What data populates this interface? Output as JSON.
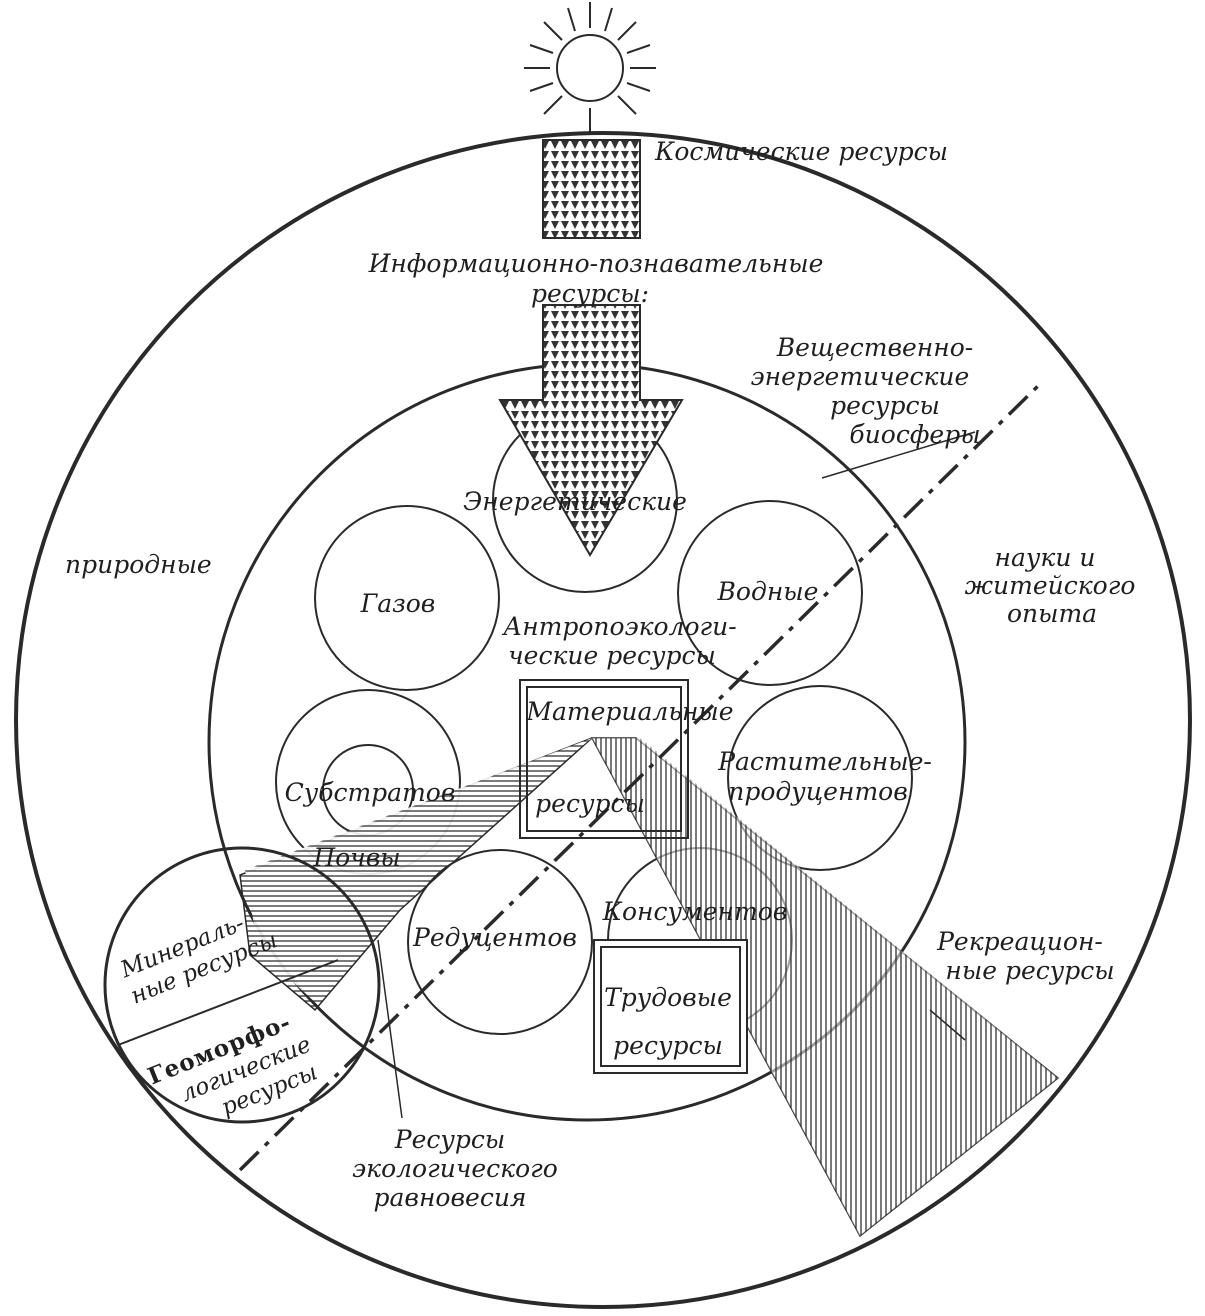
{
  "labels": {
    "cosmic": "Космические ресурсы",
    "info_1": "Информационно-познавательные",
    "info_2": "ресурсы:",
    "natural": "природные",
    "science_1": "науки и",
    "science_2": "житейского",
    "science_3": "опыта",
    "substance_1": "Вещественно-",
    "substance_2": "энергетические",
    "substance_3": "ресурсы",
    "substance_4": "биосферы",
    "energy": "Энергетические",
    "gases": "Газов",
    "water": "Водные",
    "anthropo_1": "Антропоэкологи-",
    "anthropo_2": "ческие ресурсы",
    "material_1": "Материальные",
    "material_2": "ресурсы",
    "substrates": "Субстратов",
    "soils": "Почвы",
    "plants_1": "Растительные-",
    "plants_2": "продуцентов",
    "reducers": "Редуцентов",
    "consumers": "Консументов",
    "labor_1": "Трудовые",
    "labor_2": "ресурсы",
    "mineral_1": "Минераль-",
    "mineral_2": "ные ресурсы",
    "geomorph_1": "Геоморфо-",
    "geomorph_2": "логические",
    "geomorph_3": "ресурсы",
    "recreation_1": "Рекреацион-",
    "recreation_2": "ные ресурсы",
    "eco_1": "Ресурсы",
    "eco_2": "экологического",
    "eco_3": "равновесия"
  }
}
